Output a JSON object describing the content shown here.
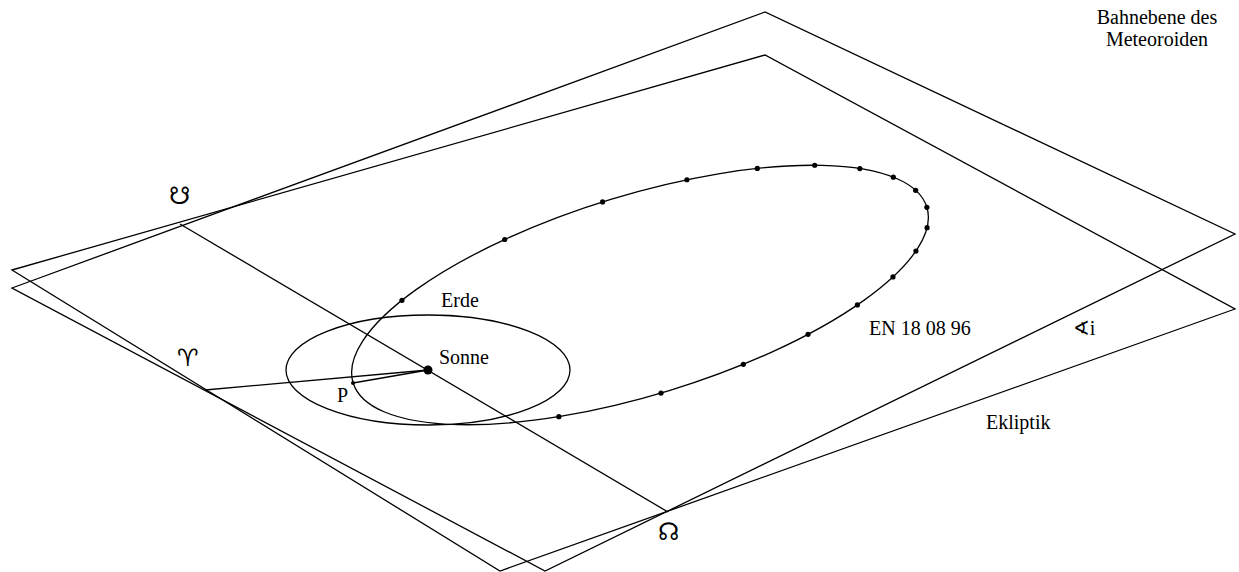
{
  "diagram": {
    "labels": [
      "Bahnebene des Meteoroiden",
      "☋",
      "Erde",
      "♈",
      "Sonne",
      "P",
      "EN 18 08 96",
      "∢i",
      "Ekliptik",
      "☊"
    ]
  }
}
